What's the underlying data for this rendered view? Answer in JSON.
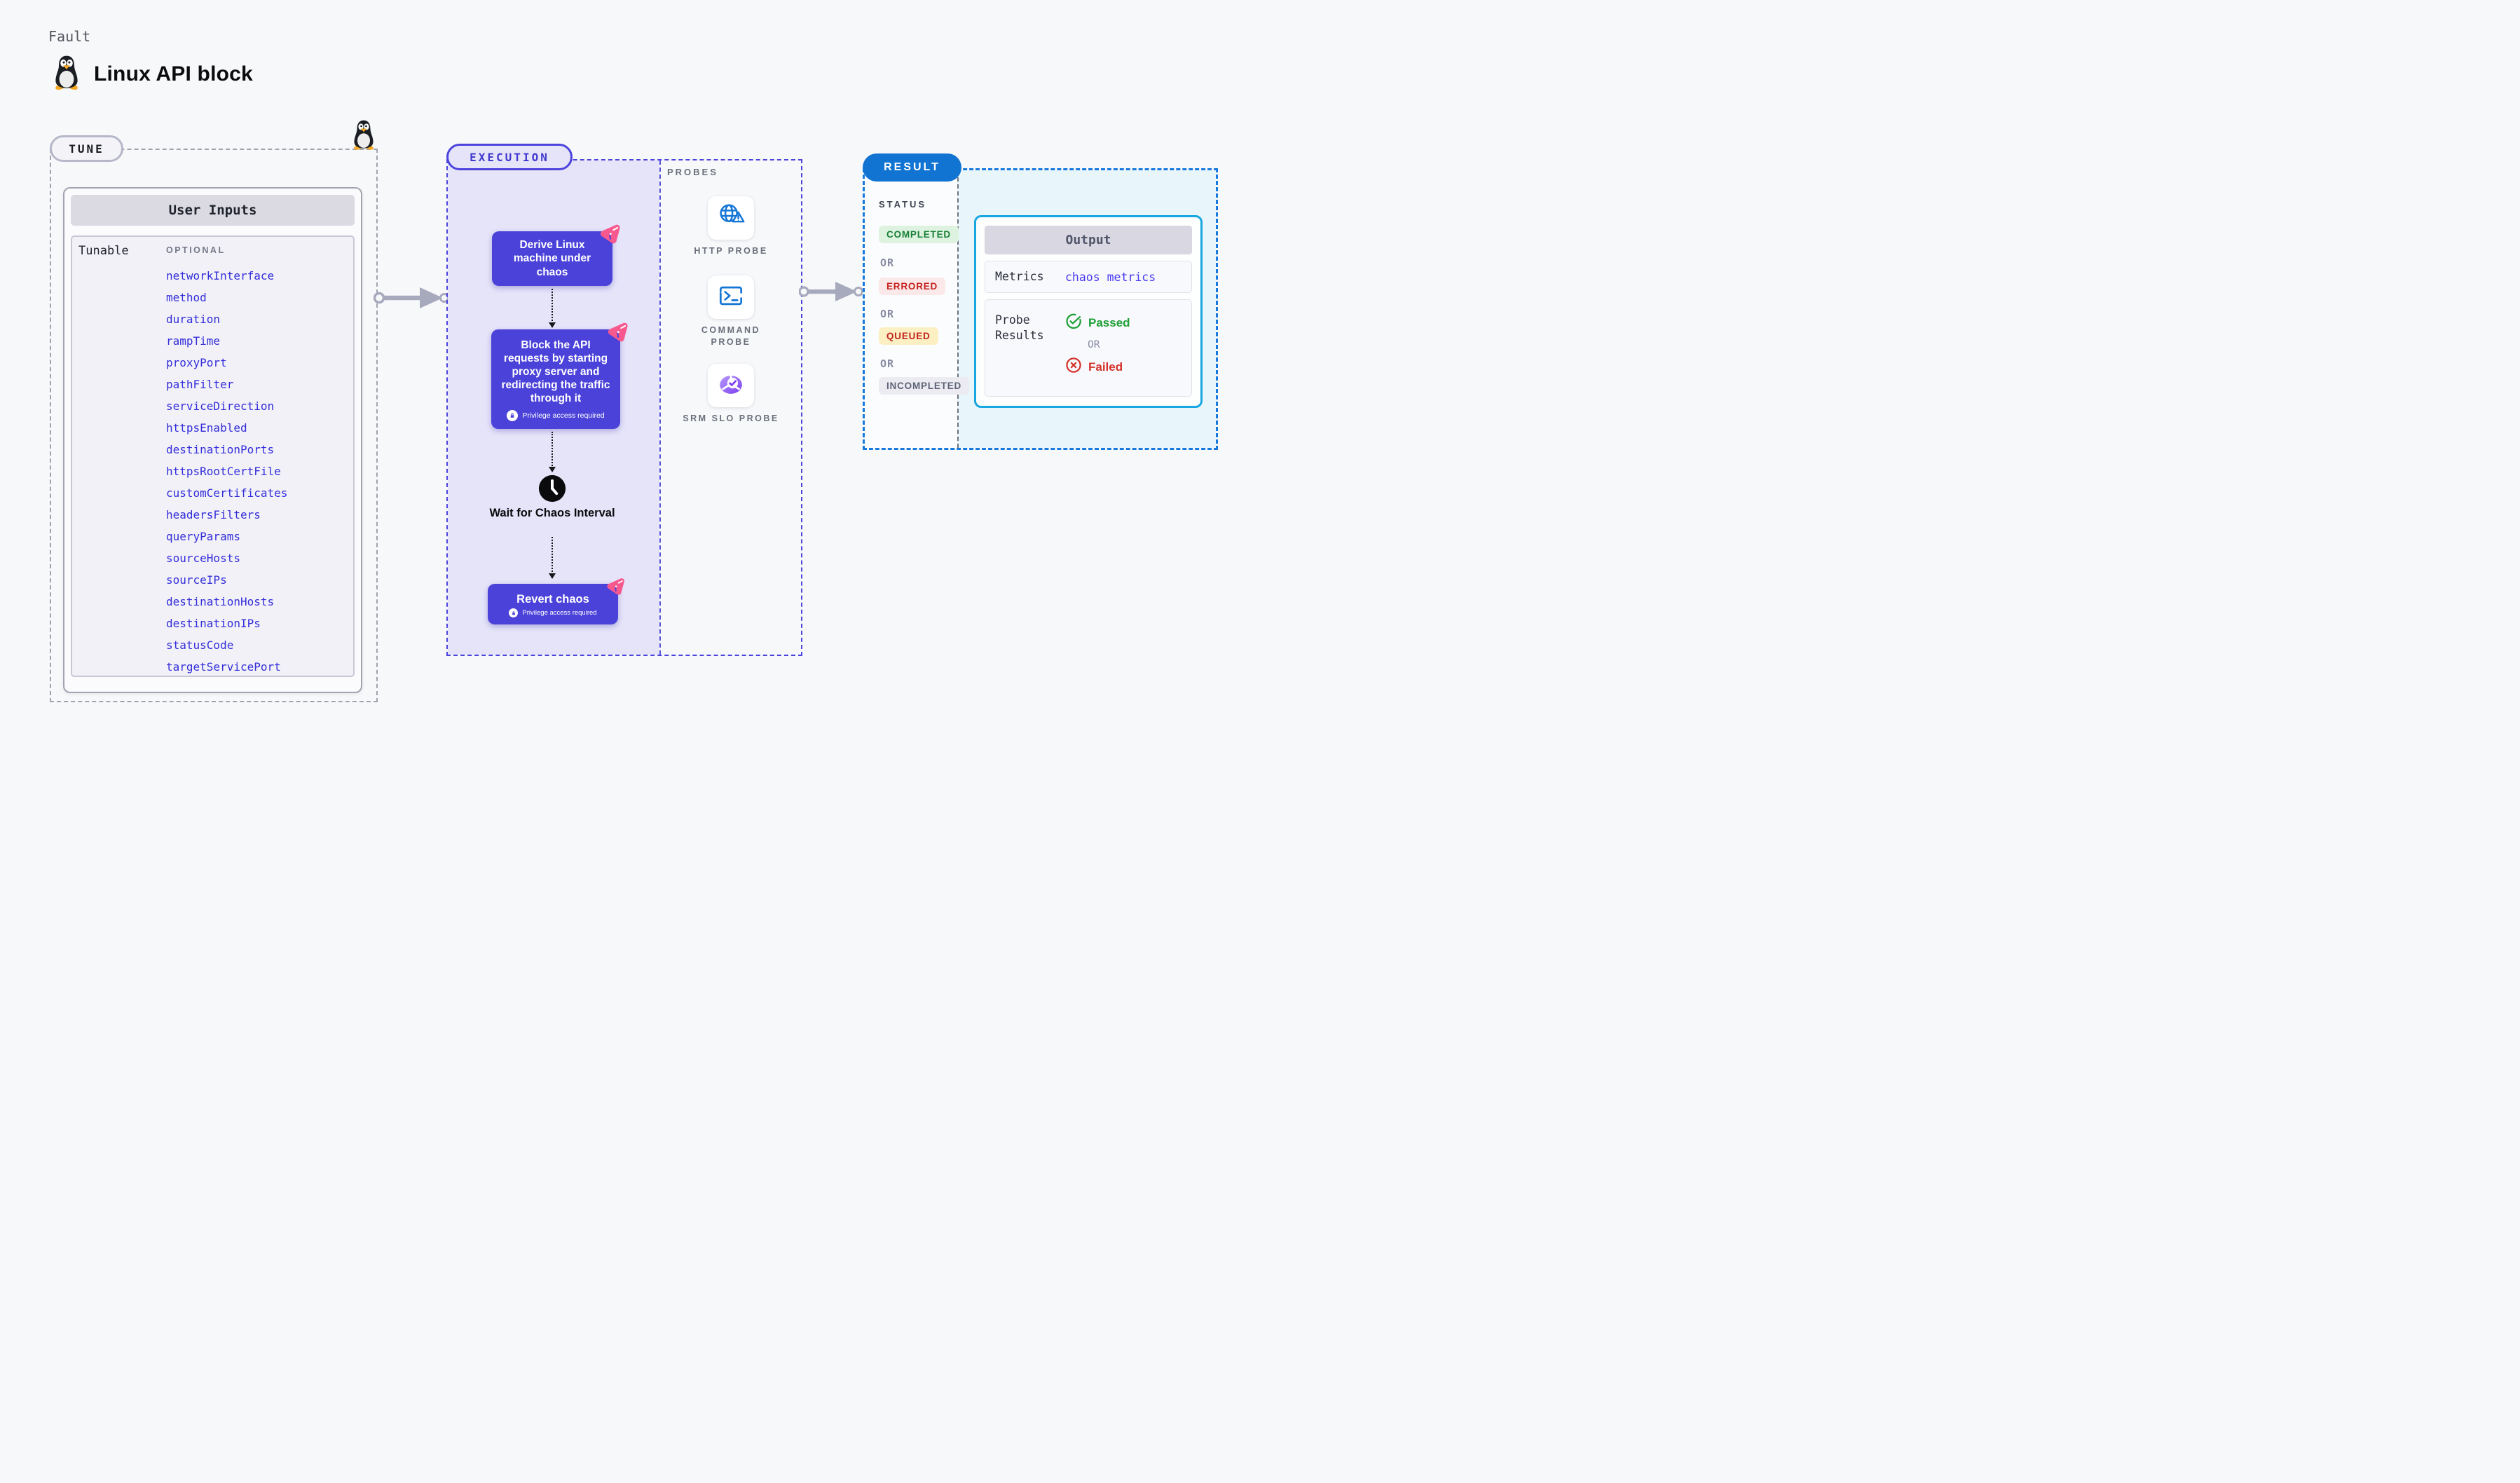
{
  "page": {
    "kicker": "Fault",
    "title": "Linux API block"
  },
  "tune": {
    "pill_label": "TUNE",
    "user_inputs": {
      "title": "User Inputs",
      "column_label": "Tunable",
      "tag_label": "OPTIONAL",
      "params": [
        "networkInterface",
        "method",
        "duration",
        "rampTime",
        "proxyPort",
        "pathFilter",
        "serviceDirection",
        "httpsEnabled",
        "destinationPorts",
        "httpsRootCertFile",
        "customCertificates",
        "headersFilters",
        "queryParams",
        "sourceHosts",
        "sourceIPs",
        "destinationHosts",
        "destinationIPs",
        "statusCode",
        "targetServicePort"
      ]
    }
  },
  "execution": {
    "pill_label": "EXECUTION",
    "step1": "Derive Linux machine under chaos",
    "step2": "Block the API requests by starting proxy server and redirecting the traffic through it",
    "privilege_label": "Privilege access required",
    "wait_label": "Wait for Chaos Interval",
    "step3": "Revert chaos"
  },
  "probes": {
    "label": "PROBES",
    "items": [
      {
        "name": "HTTP PROBE",
        "icon": "globe-alert-icon"
      },
      {
        "name": "COMMAND PROBE",
        "icon": "terminal-icon"
      },
      {
        "name": "SRM SLO PROBE",
        "icon": "slo-donut-icon"
      }
    ]
  },
  "result": {
    "pill_label": "RESULT",
    "status_label": "STATUS",
    "or_label": "OR",
    "statuses": [
      {
        "label": "COMPLETED"
      },
      {
        "label": "ERRORED"
      },
      {
        "label": "QUEUED"
      },
      {
        "label": "INCOMPLETED"
      }
    ],
    "output": {
      "title": "Output",
      "metrics_label": "Metrics",
      "metrics_value": "chaos metrics",
      "probe_results_label": "Probe Results",
      "passed_label": "Passed",
      "or_label": "OR",
      "failed_label": "Failed"
    }
  },
  "colors": {
    "accent_indigo": "#4B42D9",
    "execution_fill": "#E5E4F9",
    "result_blue": "#1173D2",
    "result_dash_blue": "#1779DC",
    "output_cyan_border": "#18A7E0",
    "output_cyan_fill": "#E8F5FB",
    "param_link_blue": "#342DDA",
    "passed_green": "#1E9E35",
    "failed_red": "#D4332B",
    "completed_green": "#188038",
    "errored_red": "#C5221F",
    "badge_pink": "#F7598F"
  }
}
